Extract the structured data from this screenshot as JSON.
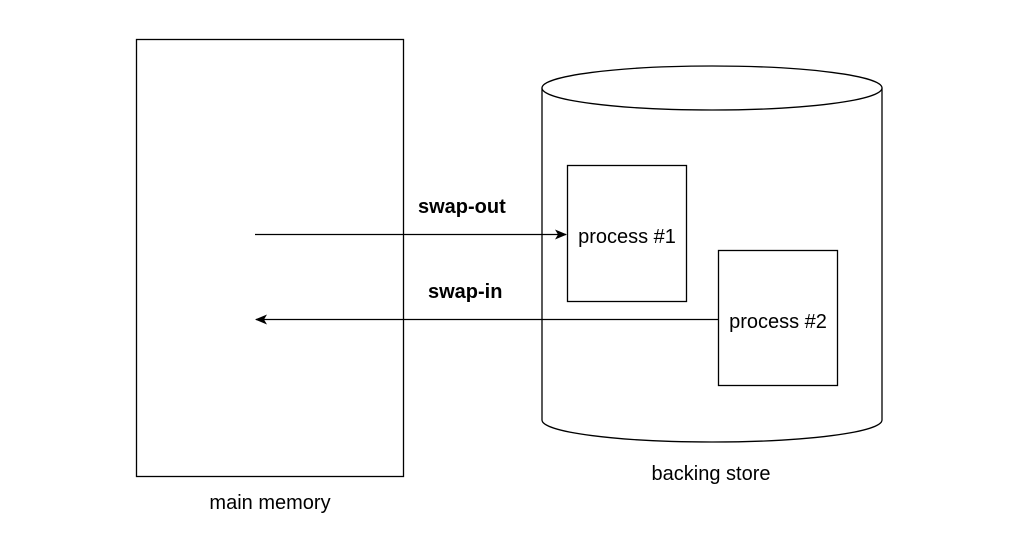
{
  "labels": {
    "main_memory": "main memory",
    "backing_store": "backing store",
    "swap_out": "swap-out",
    "swap_in": "swap-in",
    "process_1": "process #1",
    "process_2": "process #2"
  },
  "colors": {
    "stroke": "#000000",
    "background": "#ffffff"
  }
}
